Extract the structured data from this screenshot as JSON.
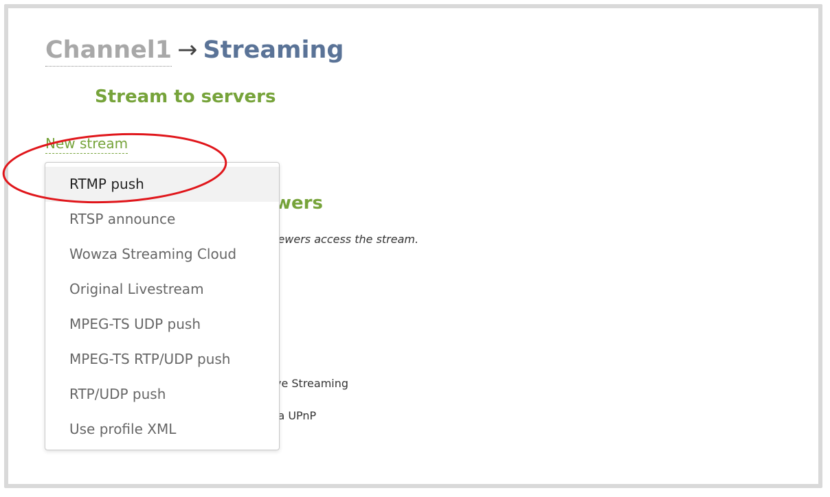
{
  "breadcrumb": {
    "parent": "Channel1",
    "arrow": "→",
    "current": "Streaming"
  },
  "sections": {
    "stream_to_servers": "Stream to servers",
    "viewers_partial": "wers"
  },
  "new_stream_label": "New stream",
  "description_partial": "iewers access the stream.",
  "options_partial": {
    "item1": "ve Streaming",
    "item2": "ia UPnP"
  },
  "menu": {
    "items": [
      {
        "label": "RTMP push",
        "active": true
      },
      {
        "label": "RTSP announce",
        "active": false
      },
      {
        "label": "Wowza Streaming Cloud",
        "active": false
      },
      {
        "label": "Original Livestream",
        "active": false
      },
      {
        "label": "MPEG-TS UDP push",
        "active": false
      },
      {
        "label": "MPEG-TS RTP/UDP push",
        "active": false
      },
      {
        "label": "RTP/UDP push",
        "active": false
      },
      {
        "label": "Use profile XML",
        "active": false
      }
    ]
  },
  "colors": {
    "accent_green": "#76a33a",
    "title_blue": "#5a7397",
    "annotation_red": "#e0161b",
    "frame_gray": "#d9d9d9"
  }
}
